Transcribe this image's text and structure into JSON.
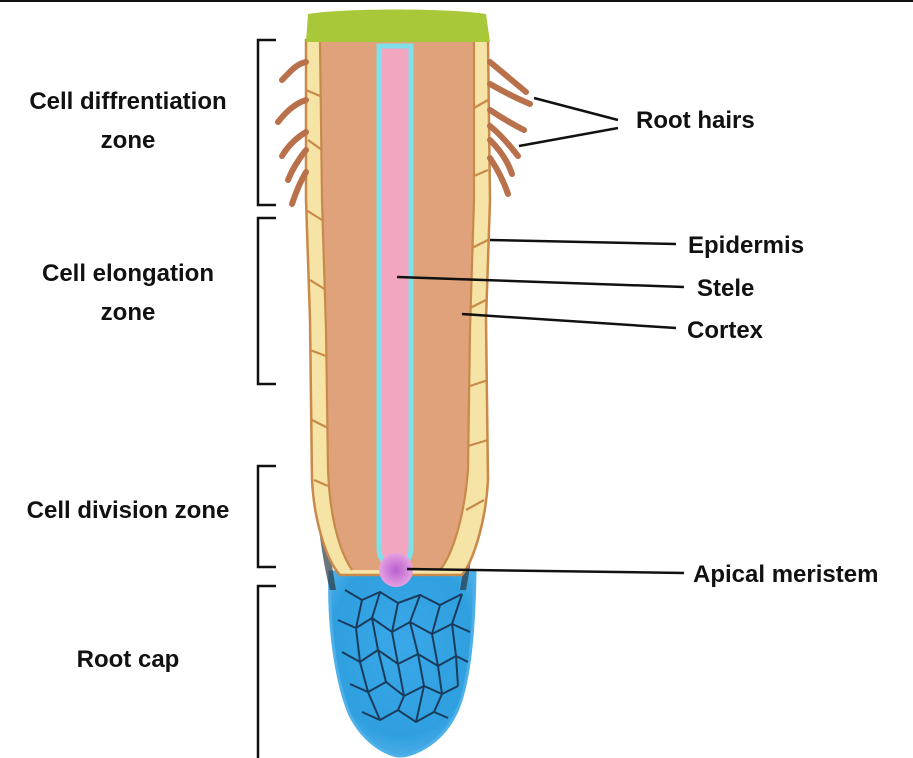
{
  "zones": {
    "differentiation": [
      "Cell diffrentiation",
      "zone"
    ],
    "elongation": [
      "Cell elongation",
      "zone"
    ],
    "division": "Cell division zone",
    "root_cap": "Root cap"
  },
  "labels": {
    "root_hairs": "Root hairs",
    "epidermis": "Epidermis",
    "stele": "Stele",
    "cortex": "Cortex",
    "apical_meristem": "Apical meristem"
  },
  "colors": {
    "top_cut": "#a8c83a",
    "cortex": "#e0a27a",
    "epidermis": "#f6e3a6",
    "cell_wall": "#c8894a",
    "root_hair": "#b8714a",
    "stele_fill": "#f3a6c0",
    "stele_outline": "#7fe0ea",
    "meristem": "#b85fd0",
    "root_cap": "#2f9fe0",
    "root_cap_cracks": "#1a3c5c"
  }
}
